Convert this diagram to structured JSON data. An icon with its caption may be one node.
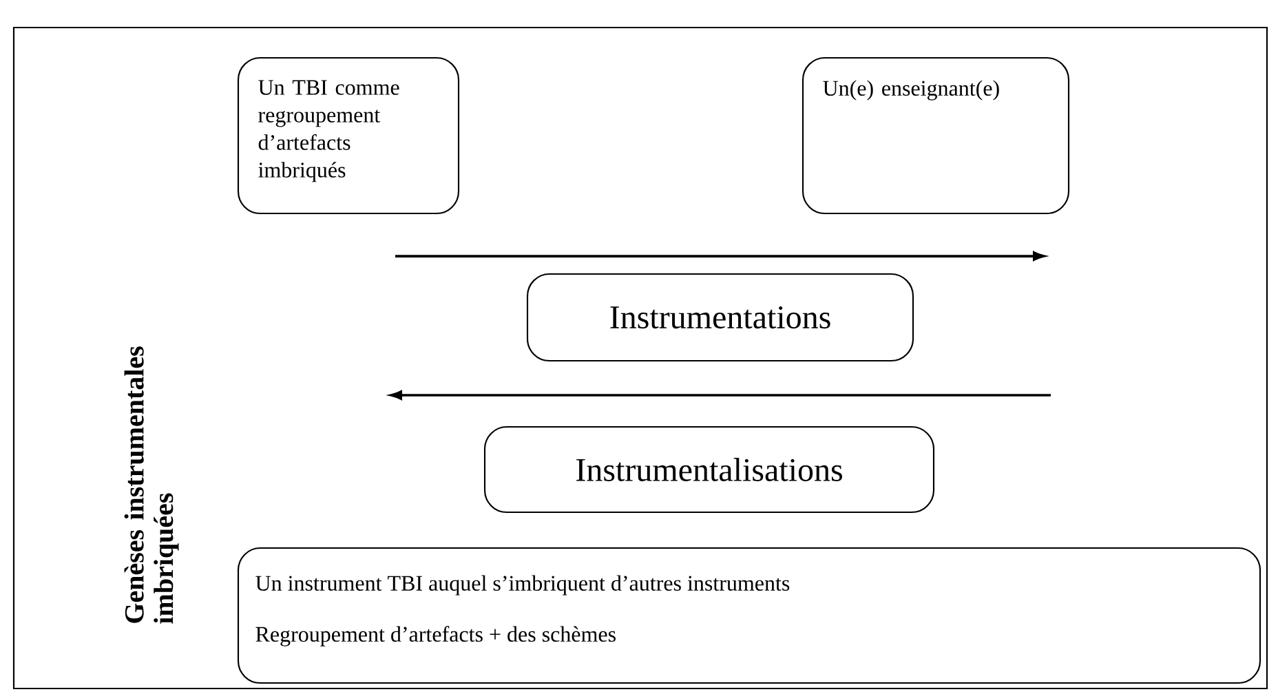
{
  "diagram": {
    "nodes": [
      {
        "text": [
          "Genèses instrumentales imbriquées"
        ]
      },
      {
        "text": [
          "Un TBI comme regroupement d’artefacts imbriqués"
        ],
        "in": 0
      },
      {
        "text": [
          "Un(e) enseignant(e)"
        ],
        "in": 0
      },
      {
        "text": [
          "Instrumentations"
        ],
        "in": 0
      },
      {
        "text": [
          "Instrumentalisations"
        ],
        "in": 0
      },
      {
        "text": [
          "Un instrument TBI auquel s’imbriquent d’autres instruments",
          "Regroupement d’artefacts + des schèmes"
        ],
        "in": 0
      }
    ]
  }
}
